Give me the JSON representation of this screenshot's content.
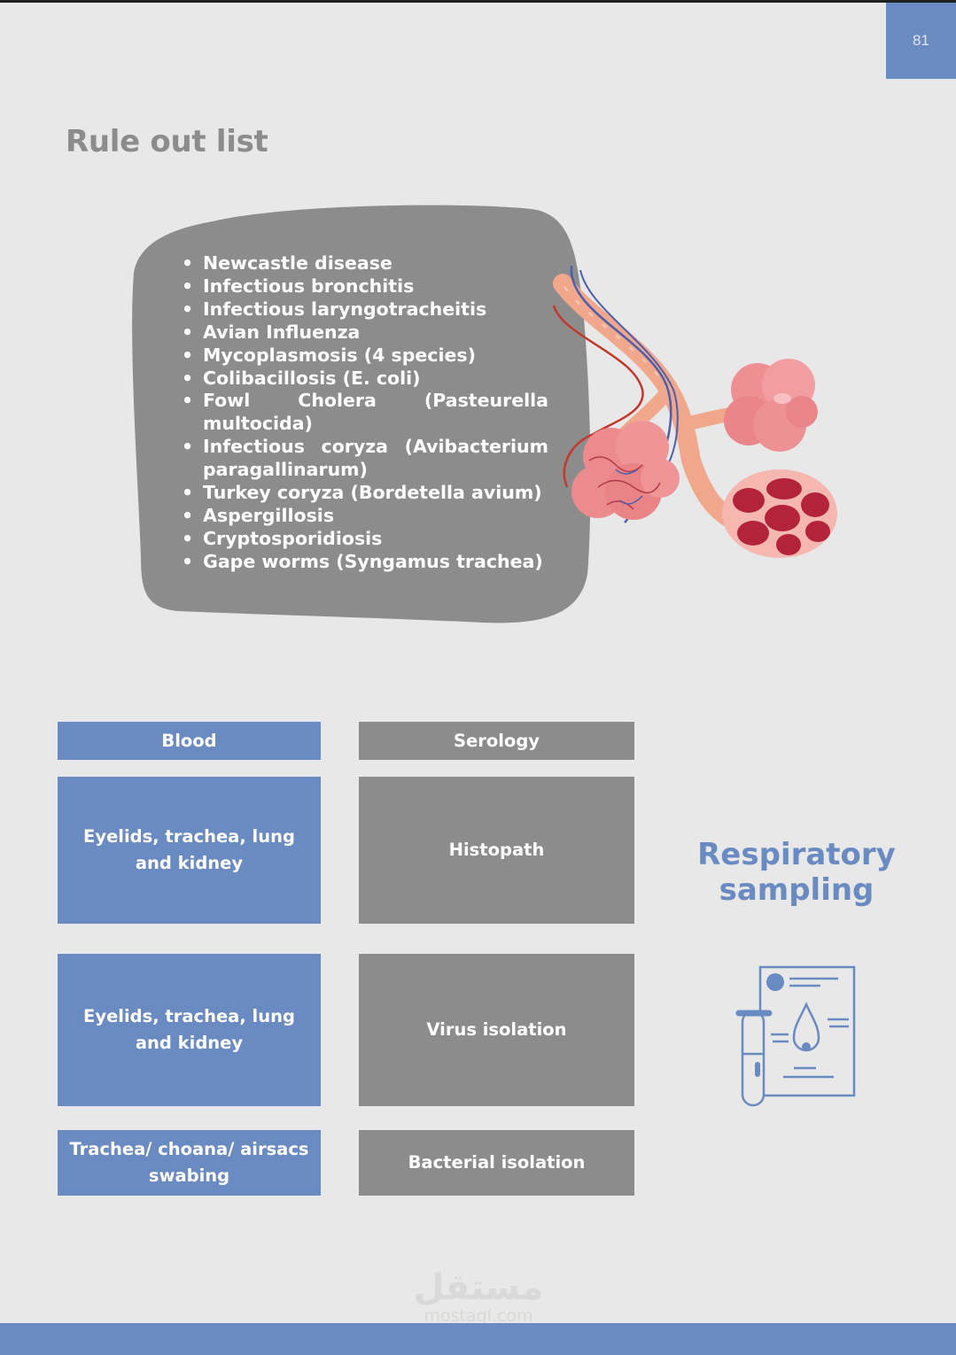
{
  "page": {
    "number": "81",
    "title": "Rule out list",
    "colors": {
      "accent": "#6a8bc2",
      "gray": "#8c8c8c",
      "background": "#e8e8e8"
    }
  },
  "rule_out_list": [
    "Newcastle disease",
    "Infectious bronchitis",
    "Infectious laryngotracheitis",
    "Avian Influenza",
    "Mycoplasmosis (4 species)",
    "Colibacillosis (E. coli)",
    "Fowl Cholera (Pasteurella multocida)",
    "Infectious coryza (Avibacterium paragallinarum)",
    "Turkey coryza (Bordetella avium)",
    "Aspergillosis",
    "Cryptosporidiosis",
    "Gape worms (Syngamus trachea)"
  ],
  "illustration": {
    "name": "lungs-alveoli-illustration"
  },
  "sampling_table": [
    {
      "sample": "Blood",
      "test": "Serology"
    },
    {
      "sample": "Eyelids, trachea, lung and kidney",
      "test": "Histopath"
    },
    {
      "sample": "Eyelids, trachea, lung and kidney",
      "test": "Virus isolation"
    },
    {
      "sample": "Trachea/ choana/ airsacs swabing",
      "test": "Bacterial isolation"
    }
  ],
  "side_panel": {
    "title_line1": "Respiratory",
    "title_line2": "sampling",
    "icon": "lab-test-report-icon"
  },
  "watermark": {
    "arabic": "مستقل",
    "latin": "mostaql.com"
  }
}
